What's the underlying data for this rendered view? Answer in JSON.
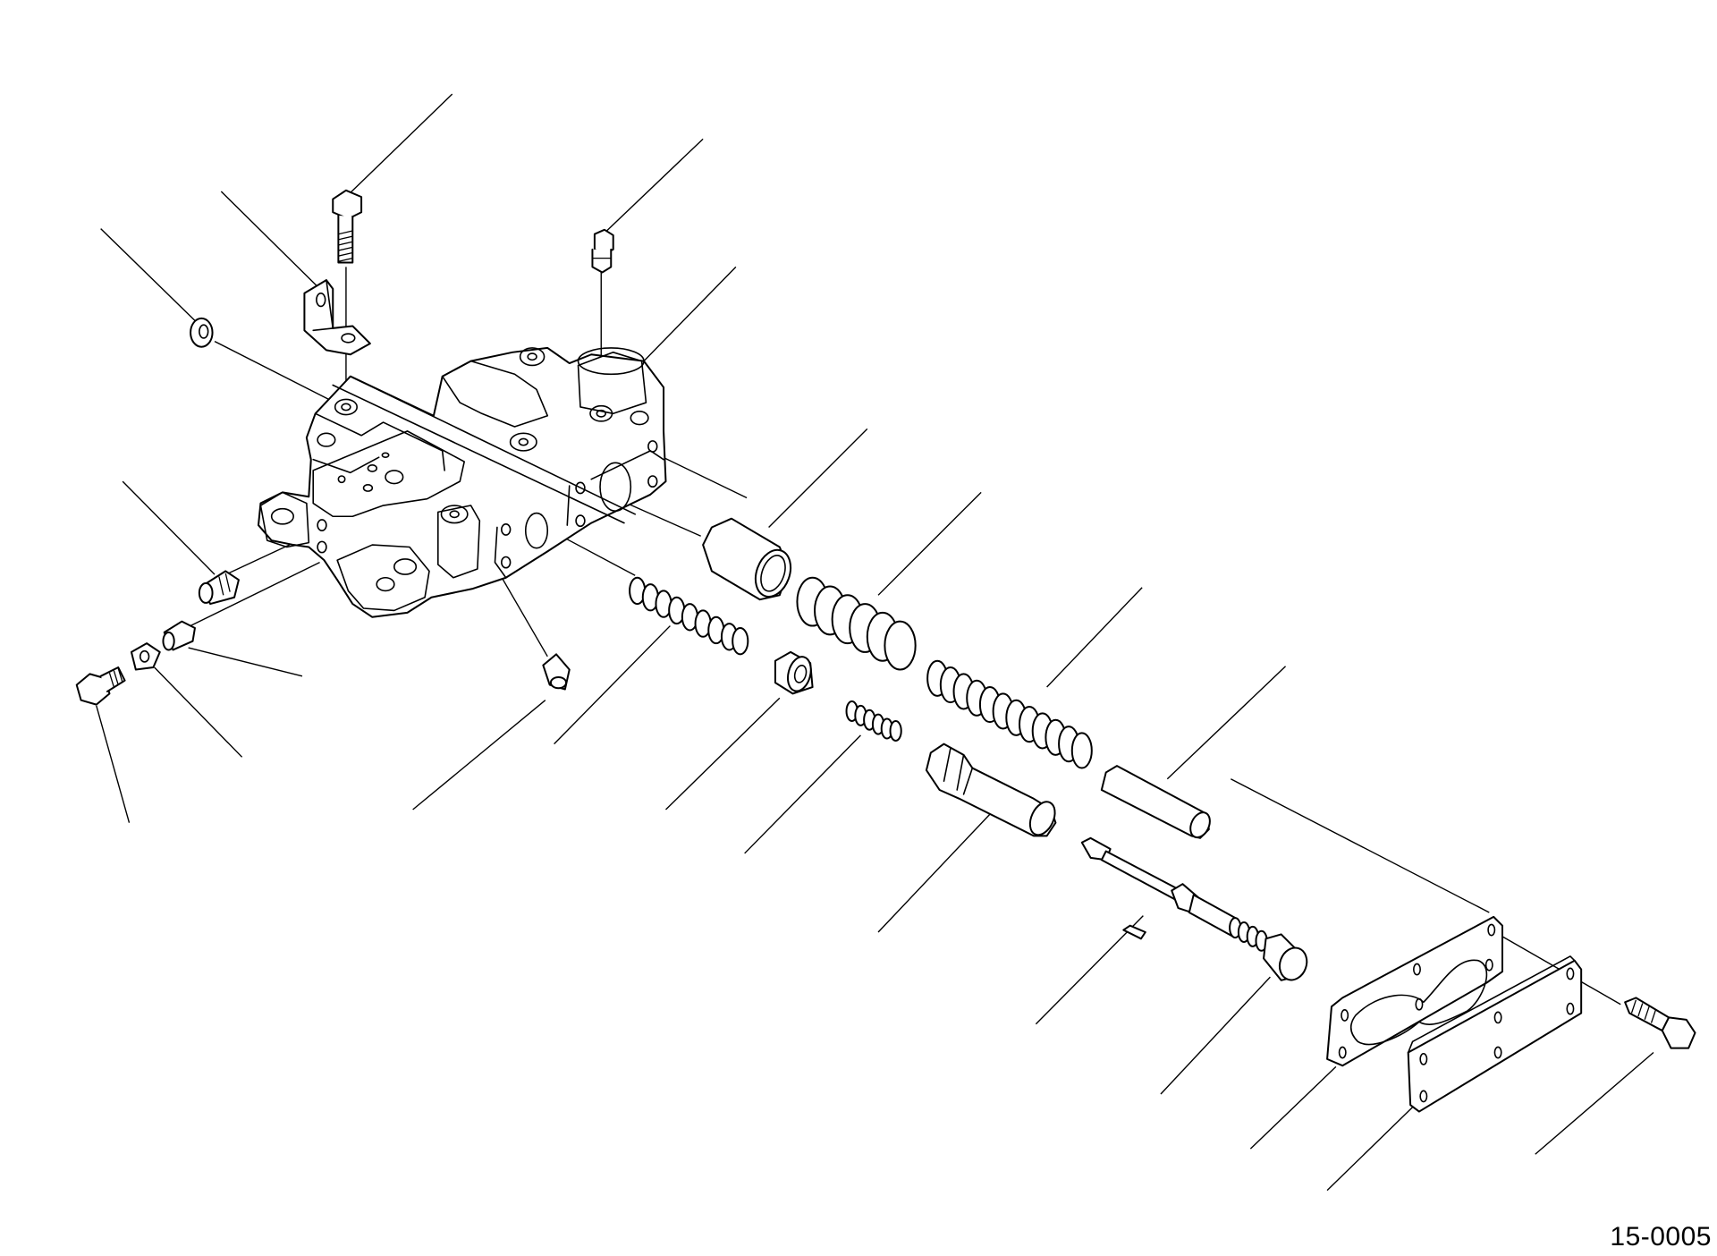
{
  "figure": {
    "code": "15-0005"
  },
  "icons": {
    "diagram": "valve-body-exploded-view",
    "parts": [
      "bolt",
      "bracket",
      "washer",
      "plug",
      "cover",
      "spool",
      "spring",
      "check-ball",
      "stem",
      "gasket",
      "plate"
    ]
  },
  "colors": {
    "background": "#ffffff",
    "line": "#000000"
  }
}
